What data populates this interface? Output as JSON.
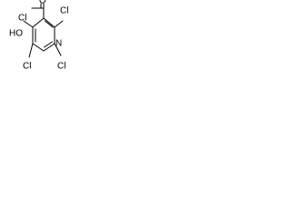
{
  "molecule": {
    "labels": {
      "carboxyl_group": "HO",
      "carboxyl_oxygen": "O",
      "ring_nitrogen": "N",
      "chloro_top_left": "Cl",
      "chloro_top_right": "Cl",
      "chloro_bottom_left": "Cl",
      "chloro_bottom_right": "Cl"
    }
  }
}
